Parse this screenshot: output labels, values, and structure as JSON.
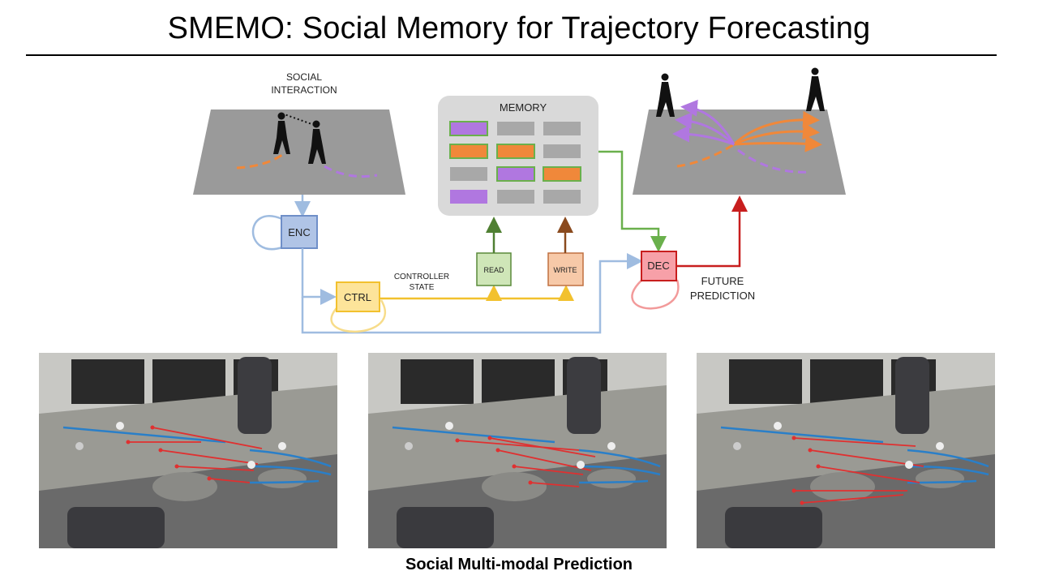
{
  "title": "SMEMO: Social Memory for Trajectory Forecasting",
  "caption": "Social Multi-modal Prediction",
  "diagram": {
    "social_interaction": [
      "SOCIAL",
      "INTERACTION"
    ],
    "memory": "MEMORY",
    "enc": "ENC",
    "ctrl": "CTRL",
    "read": "READ",
    "write": "WRITE",
    "dec": "DEC",
    "controller_state": [
      "CONTROLLER",
      "STATE"
    ],
    "future_prediction": [
      "FUTURE",
      "PREDICTION"
    ]
  },
  "colors": {
    "memory_purple": "#b077e0",
    "memory_orange": "#f0883a",
    "memory_gray": "#a8a8a8",
    "memory_border": "#6ab04c",
    "enc": "#6f8fc8",
    "ctrl": "#f2c12e",
    "read": "#5a8a3a",
    "write": "#8a4a1e",
    "dec": "#c81e1e",
    "observed_track": "#2a7fc8",
    "predicted_track": "#e03030"
  }
}
